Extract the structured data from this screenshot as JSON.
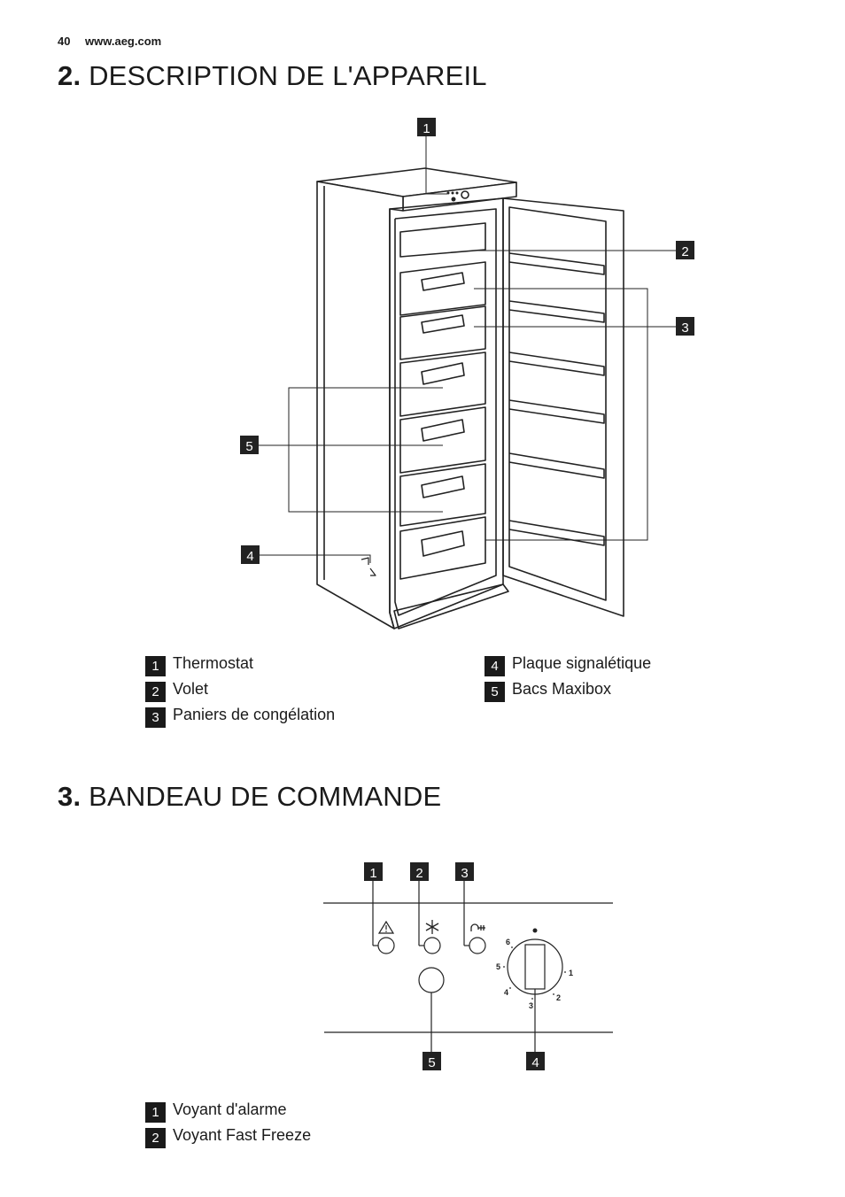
{
  "header": {
    "page_number": "40",
    "website": "www.aeg.com"
  },
  "section2": {
    "number": "2.",
    "title": "DESCRIPTION DE L'APPAREIL",
    "callouts": [
      "1",
      "2",
      "3",
      "4",
      "5"
    ],
    "legend": [
      {
        "num": "1",
        "label": "Thermostat"
      },
      {
        "num": "2",
        "label": "Volet"
      },
      {
        "num": "3",
        "label": "Paniers de congélation"
      },
      {
        "num": "4",
        "label": "Plaque signalétique"
      },
      {
        "num": "5",
        "label": "Bacs Maxibox"
      }
    ]
  },
  "section3": {
    "number": "3.",
    "title": "BANDEAU DE COMMANDE",
    "callouts": [
      "1",
      "2",
      "3",
      "5",
      "4"
    ],
    "dial_marks": [
      "1",
      "2",
      "3",
      "4",
      "5",
      "6"
    ],
    "legend": [
      {
        "num": "1",
        "label": "Voyant d'alarme"
      },
      {
        "num": "2",
        "label": "Voyant Fast Freeze"
      }
    ]
  },
  "icons": [
    "warning-triangle-icon",
    "snowflake-icon",
    "plug-icon"
  ]
}
